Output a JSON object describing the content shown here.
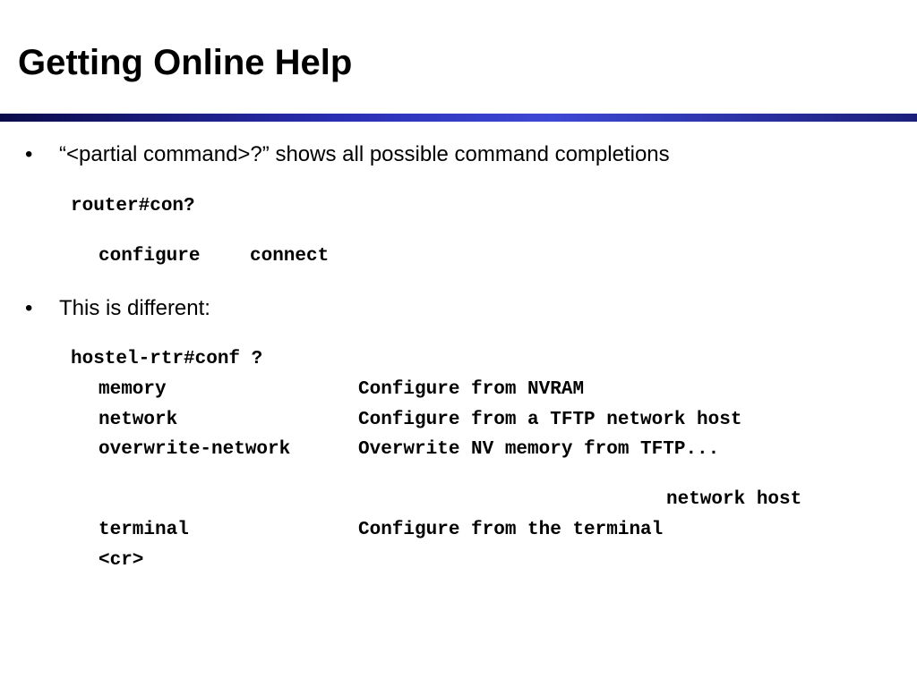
{
  "title": "Getting Online Help",
  "bullets": [
    {
      "marker": "•",
      "text": "“<partial command>?” shows all possible command completions"
    },
    {
      "marker": "•",
      "text": "This is different:"
    }
  ],
  "example1": {
    "prompt": "router#con?",
    "completions": [
      "configure",
      "connect"
    ]
  },
  "example2": {
    "prompt": "hostel-rtr#conf ?",
    "rows": [
      {
        "keyword": "memory",
        "description": "Configure from NVRAM"
      },
      {
        "keyword": "network",
        "description": "Configure from a TFTP network host"
      },
      {
        "keyword": "overwrite-network",
        "description": "Overwrite NV memory from TFTP...",
        "continuation": "network host"
      },
      {
        "keyword": "terminal",
        "description": "Configure from the terminal"
      },
      {
        "keyword": "<cr>",
        "description": ""
      }
    ]
  },
  "colors": {
    "title_bar_dark": "#0b0b4a",
    "title_bar_light": "#3d48d4"
  }
}
